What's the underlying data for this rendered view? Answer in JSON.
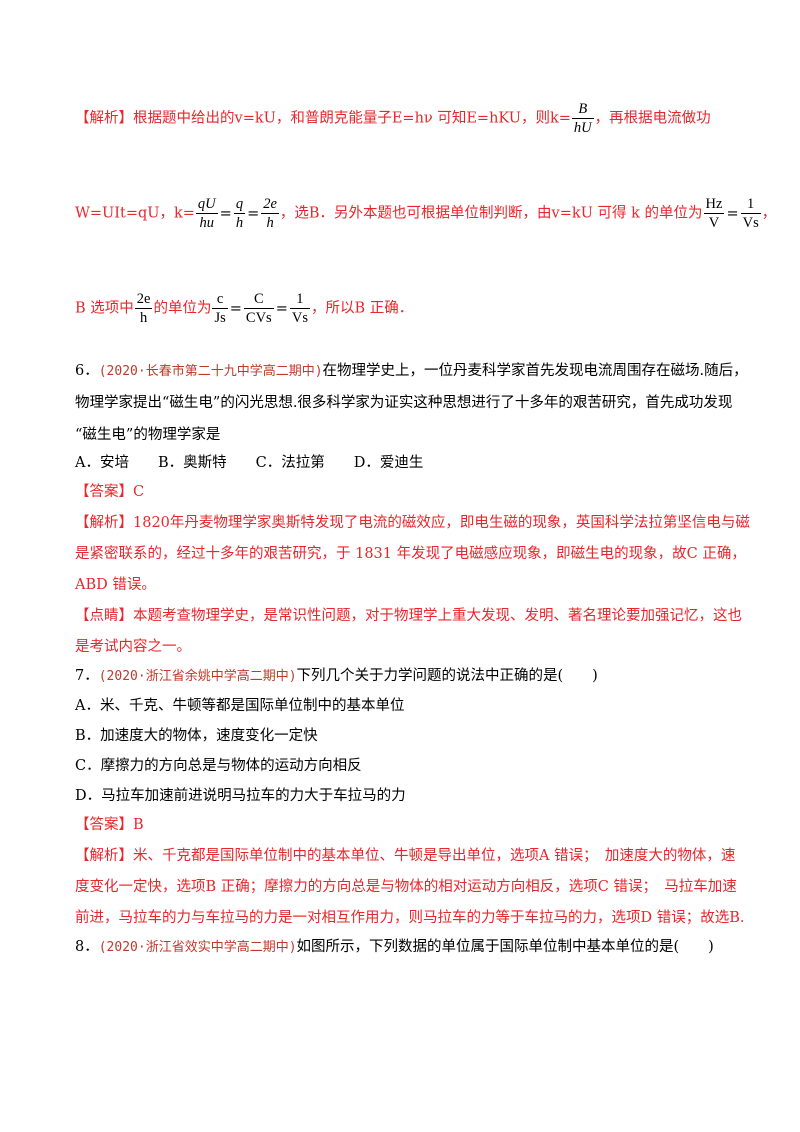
{
  "colors": {
    "red": "#e8262b",
    "brown": "#c0392b",
    "text": "#000000"
  },
  "analysis1": {
    "tag": "【解析】",
    "p1": "根据题中给出的v=kU，和普朗克能量子E=hν 可知E=hKU，则k=",
    "f1_num": "B",
    "f1_den": "hU",
    "p2": "，再根据电流做功"
  },
  "analysis2": {
    "p1": "W=UIt=qU，k=",
    "fa_num": "qU",
    "fa_den": "hu",
    "fb_num": "q",
    "fb_den": "h",
    "fc_num": "2e",
    "fc_den": "h",
    "p2": "，选B．另外本题也可根据单位制判断，由v=kU 可得 k 的单位为",
    "fd_num": "Hz",
    "fd_den": "V",
    "fe_num": "1",
    "fe_den": "Vs",
    "p3": "，"
  },
  "analysis3": {
    "p1": "B 选项中",
    "fa_num": "2e",
    "fa_den": "h",
    "p2": "的单位为",
    "fb_num": "c",
    "fb_den": "Js",
    "fc_num": "C",
    "fc_den": "CVs",
    "fd_num": "1",
    "fd_den": "Vs",
    "p3": "，所以B 正确．"
  },
  "q6": {
    "num": "6．",
    "source": "(2020·长春市第二十九中学高二期中)",
    "l1": "在物理学史上，一位丹麦科学家首先发现电流周围存在磁场.随后，",
    "l2": "物理学家提出“磁生电”的闪光思想.很多科学家为证实这种思想进行了十多年的艰苦研究，首先成功发现",
    "l3": "“磁生电”的物理学家是",
    "options": "A．安培　　B．奥斯特　　C．法拉第　　D．爱迪生",
    "answer_tag": "【答案】",
    "answer": "C",
    "analysis_tag": "【解析】",
    "a1": "1820年丹麦物理学家奥斯特发现了电流的磁效应，即电生磁的现象，英国科学法拉第坚信电与磁",
    "a2": "是紧密联系的，经过十多年的艰苦研究，于 1831 年发现了电磁感应现象，即磁生电的现象，故C 正确，",
    "a3": "ABD 错误。",
    "comment_tag": "【点睛】",
    "c1": "本题考查物理学史，是常识性问题，对于物理学上重大发现、发明、著名理论要加强记忆，这也",
    "c2": "是考试内容之一。"
  },
  "q7": {
    "num": "7．",
    "source": "(2020·浙江省余姚中学高二期中)",
    "stem": "下列几个关于力学问题的说法中正确的是(　　)",
    "optA": "A．米、千克、牛顿等都是国际单位制中的基本单位",
    "optB": "B．加速度大的物体，速度变化一定快",
    "optC": "C．摩擦力的方向总是与物体的运动方向相反",
    "optD": "D．马拉车加速前进说明马拉车的力大于车拉马的力",
    "answer_tag": "【答案】",
    "answer": "B",
    "analysis_tag": "【解析】",
    "a1": "米、千克都是国际单位制中的基本单位、牛顿是导出单位，选项A 错误；　加速度大的物体，速",
    "a2": "度变化一定快，选项B 正确；摩擦力的方向总是与物体的相对运动方向相反，选项C 错误；　马拉车加速",
    "a3": "前进，马拉车的力与车拉马的力是一对相互作用力，则马拉车的力等于车拉马的力，选项D 错误；故选B."
  },
  "q8": {
    "num": "8．",
    "source": "(2020·浙江省效实中学高二期中)",
    "stem": "如图所示，下列数据的单位属于国际单位制中基本单位的是(　　)"
  }
}
